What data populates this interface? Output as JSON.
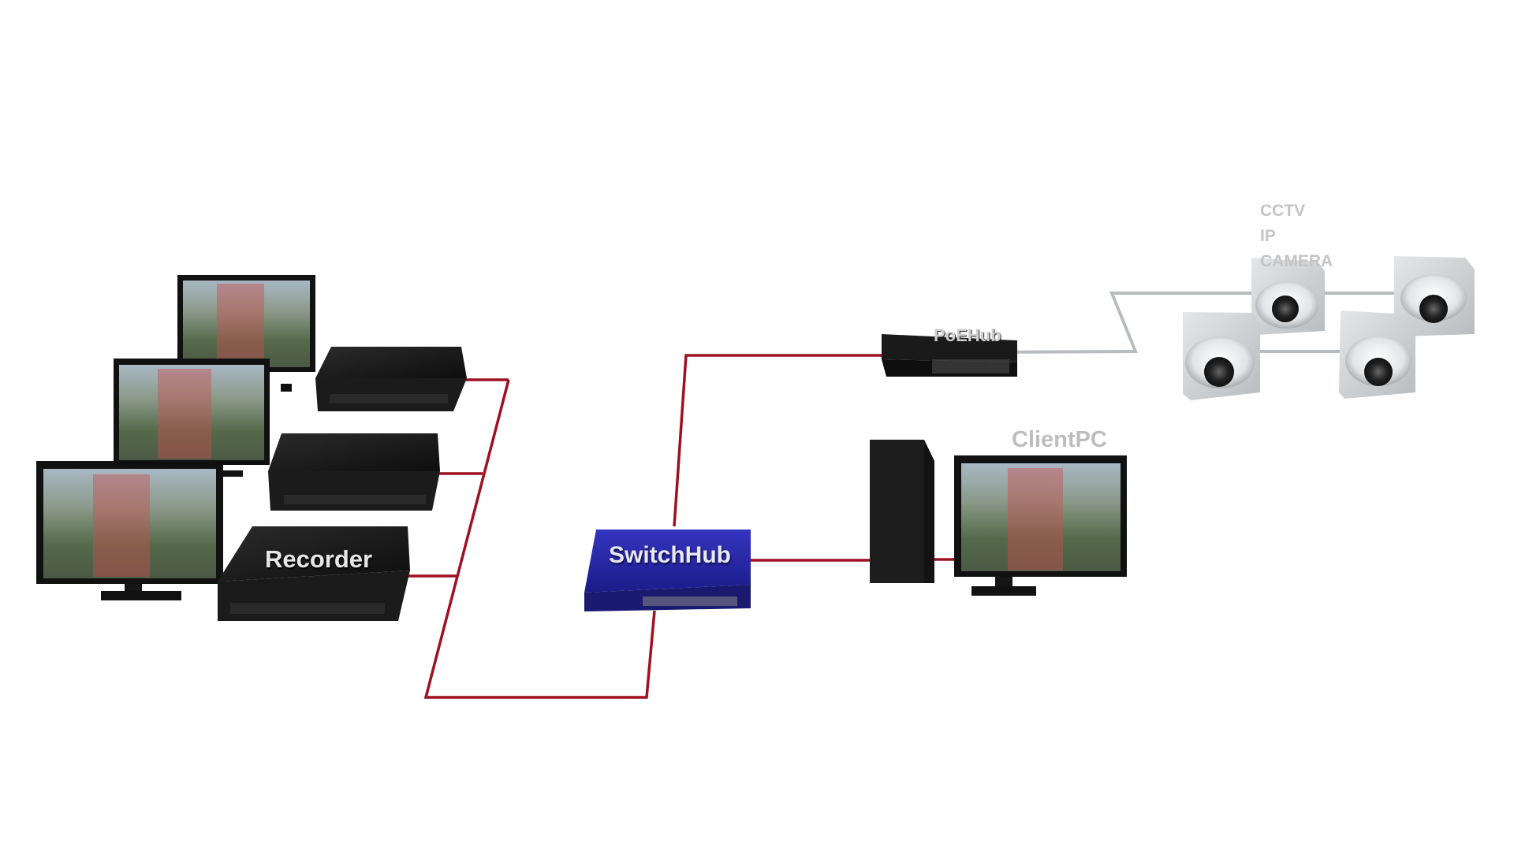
{
  "labels": {
    "recorder": "Recorder",
    "switch_hub": "SwitchHub",
    "poe_hub": "PoEHub",
    "client_pc": "ClientPC",
    "cctv": [
      "CCTV",
      "IP",
      "CAMERA"
    ]
  },
  "colors": {
    "cable_red": "#a01020",
    "cable_gray": "#b8bcbf",
    "switch_blue": "#2a2aa8",
    "device_black": "#151515",
    "camera_gray": "#cfd2d4"
  },
  "icons": [
    "monitor-icon",
    "recorder-icon",
    "switch-hub-icon",
    "poe-hub-icon",
    "pc-tower-icon",
    "dome-camera-icon"
  ]
}
